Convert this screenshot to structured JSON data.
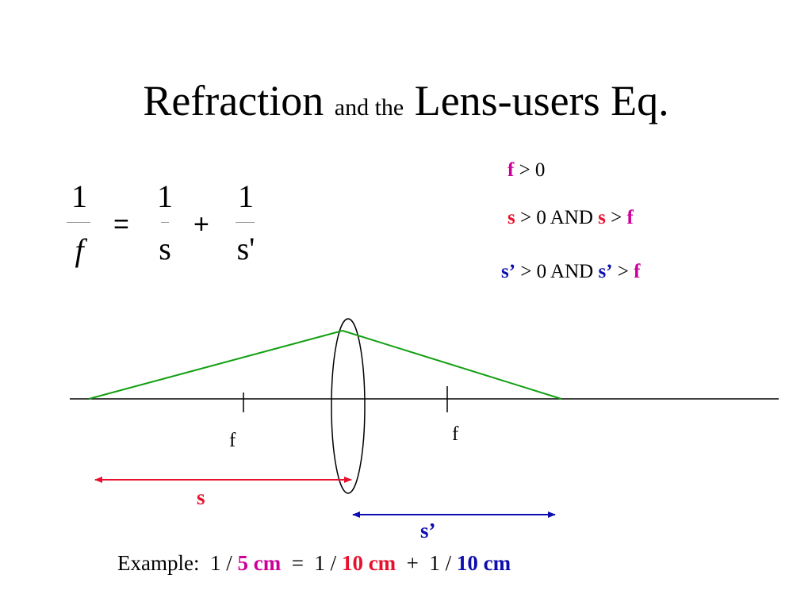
{
  "title": {
    "part1": "Refraction ",
    "part2": "and the",
    "part3": " Lens-users Eq."
  },
  "equation": {
    "lhs_num": "1",
    "lhs_den": "f",
    "equals": "=",
    "t1_num": "1",
    "t1_den": "s",
    "plus": "+",
    "t2_num": "1",
    "t2_den": "s'"
  },
  "conditions": {
    "c1": {
      "var": "f",
      "rest": " > 0"
    },
    "c2": {
      "var1": "s",
      "mid": " > 0 AND ",
      "var2": "s",
      "gt": " > ",
      "var3": "f"
    },
    "c3": {
      "var1": "s’",
      "mid": " > 0 AND ",
      "var2": "s’",
      "gt": " > ",
      "var3": "f"
    }
  },
  "diagram": {
    "focal_left_label": "f",
    "focal_right_label": "f",
    "s_label": "s",
    "s_prime_label": "s’"
  },
  "example": {
    "prefix": "Example:  1 / ",
    "v1": "5 cm",
    "mid1": "  =  1 / ",
    "v2": "10 cm",
    "mid2": "  +  1 / ",
    "v3": "10 cm"
  },
  "colors": {
    "magenta": "#cc0099",
    "red": "#e8112d",
    "blue": "#0d0db0",
    "green": "#13a013"
  }
}
